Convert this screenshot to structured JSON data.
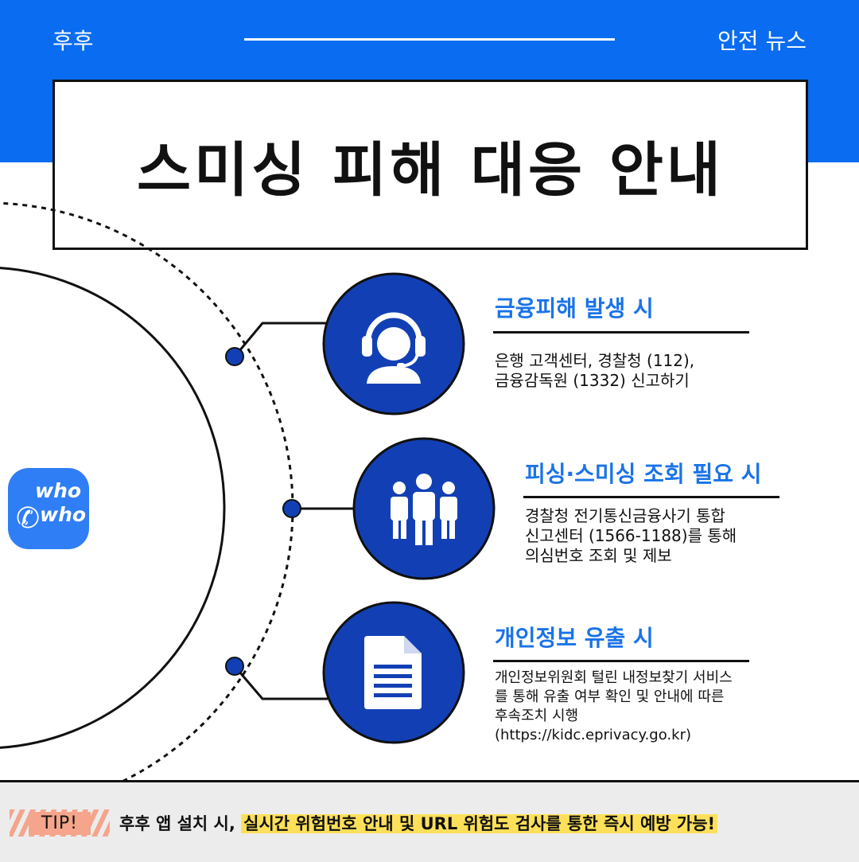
{
  "header": {
    "brand": "후후",
    "section": "안전 뉴스"
  },
  "title": "스미싱 피해 대응 안내",
  "logo": {
    "line1": "who",
    "line2": "who",
    "icon": "phone-icon",
    "color": "#2f7ef5"
  },
  "items": [
    {
      "icon": "headset-support-icon",
      "heading": "금융피해 발생 시",
      "lines": [
        "은행 고객센터, 경찰청 (112),",
        "금융감독원 (1332) 신고하기"
      ]
    },
    {
      "icon": "people-group-icon",
      "heading": "피싱·스미싱 조회 필요 시",
      "lines": [
        "경찰청 전기통신금융사기 통합",
        "신고센터 (1566-1188)를 통해",
        "의심번호 조회 및 제보"
      ]
    },
    {
      "icon": "document-icon",
      "heading": "개인정보 유출 시",
      "lines": [
        "개인정보위원회 털린 내정보찾기 서비스",
        "를 통해 유출 여부 확인 및 안내에 따른",
        "후속조치 시행",
        "(https://kidc.eprivacy.go.kr)"
      ]
    }
  ],
  "tip": {
    "badge": "TIP!",
    "prefix": "후후 앱 설치 시,",
    "highlight": "실시간 위험번호 안내 및 URL 위험도 검사를 통한 즉시 예방 가능!"
  },
  "colors": {
    "band_blue": "#0a6cf0",
    "icon_circle": "#1240b4",
    "heading_blue": "#1a73e8",
    "tip_badge": "#f4a58b",
    "tip_highlight": "#fde05a"
  }
}
